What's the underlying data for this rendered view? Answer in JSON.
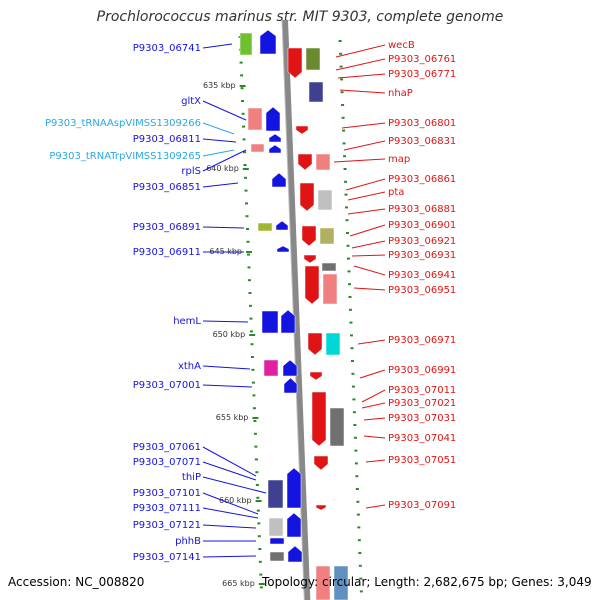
{
  "title": "Prochlorococcus marinus str. MIT 9303, complete genome",
  "footer": {
    "accession": "Accession: NC_008820",
    "summary": "Topology: circular; Length: 2,682,675 bp; Genes: 3,049"
  },
  "colors": {
    "plus_strand": "#1414e0",
    "minus_strand": "#e01414",
    "trna_label": "#2aa8e0",
    "tick": "#2a8a2a",
    "axis": "#888888"
  },
  "ruler": [
    {
      "label": "635 kbp"
    },
    {
      "label": "640 kbp"
    },
    {
      "label": "645 kbp"
    },
    {
      "label": "650 kbp"
    },
    {
      "label": "655 kbp"
    },
    {
      "label": "660 kbp"
    },
    {
      "label": "665 kbp"
    }
  ],
  "left_labels": [
    {
      "text": "P9303_06741",
      "kind": "gene"
    },
    {
      "text": "gltX",
      "kind": "gene"
    },
    {
      "text": "P9303_tRNAAspVIMSS1309266",
      "kind": "trna"
    },
    {
      "text": "P9303_06811",
      "kind": "gene"
    },
    {
      "text": "P9303_tRNATrpVIMSS1309265",
      "kind": "trna"
    },
    {
      "text": "rplS",
      "kind": "gene"
    },
    {
      "text": "P9303_06851",
      "kind": "gene"
    },
    {
      "text": "P9303_06891",
      "kind": "gene"
    },
    {
      "text": "P9303_06911",
      "kind": "gene"
    },
    {
      "text": "hemL",
      "kind": "gene"
    },
    {
      "text": "xthA",
      "kind": "gene"
    },
    {
      "text": "P9303_07001",
      "kind": "gene"
    },
    {
      "text": "P9303_07061",
      "kind": "gene"
    },
    {
      "text": "P9303_07071",
      "kind": "gene"
    },
    {
      "text": "thiP",
      "kind": "gene"
    },
    {
      "text": "P9303_07101",
      "kind": "gene"
    },
    {
      "text": "P9303_07111",
      "kind": "gene"
    },
    {
      "text": "P9303_07121",
      "kind": "gene"
    },
    {
      "text": "phhB",
      "kind": "gene"
    },
    {
      "text": "P9303_07141",
      "kind": "gene"
    }
  ],
  "right_labels": [
    {
      "text": "wecB"
    },
    {
      "text": "P9303_06761"
    },
    {
      "text": "P9303_06771"
    },
    {
      "text": "nhaP"
    },
    {
      "text": "P9303_06801"
    },
    {
      "text": "P9303_06831"
    },
    {
      "text": "map"
    },
    {
      "text": "P9303_06861"
    },
    {
      "text": "pta"
    },
    {
      "text": "P9303_06881"
    },
    {
      "text": "P9303_06901"
    },
    {
      "text": "P9303_06921"
    },
    {
      "text": "P9303_06931"
    },
    {
      "text": "P9303_06941"
    },
    {
      "text": "P9303_06951"
    },
    {
      "text": "P9303_06971"
    },
    {
      "text": "P9303_06991"
    },
    {
      "text": "P9303_07011"
    },
    {
      "text": "P9303_07021"
    },
    {
      "text": "P9303_07031"
    },
    {
      "text": "P9303_07041"
    },
    {
      "text": "P9303_07051"
    },
    {
      "text": "P9303_07091"
    }
  ]
}
